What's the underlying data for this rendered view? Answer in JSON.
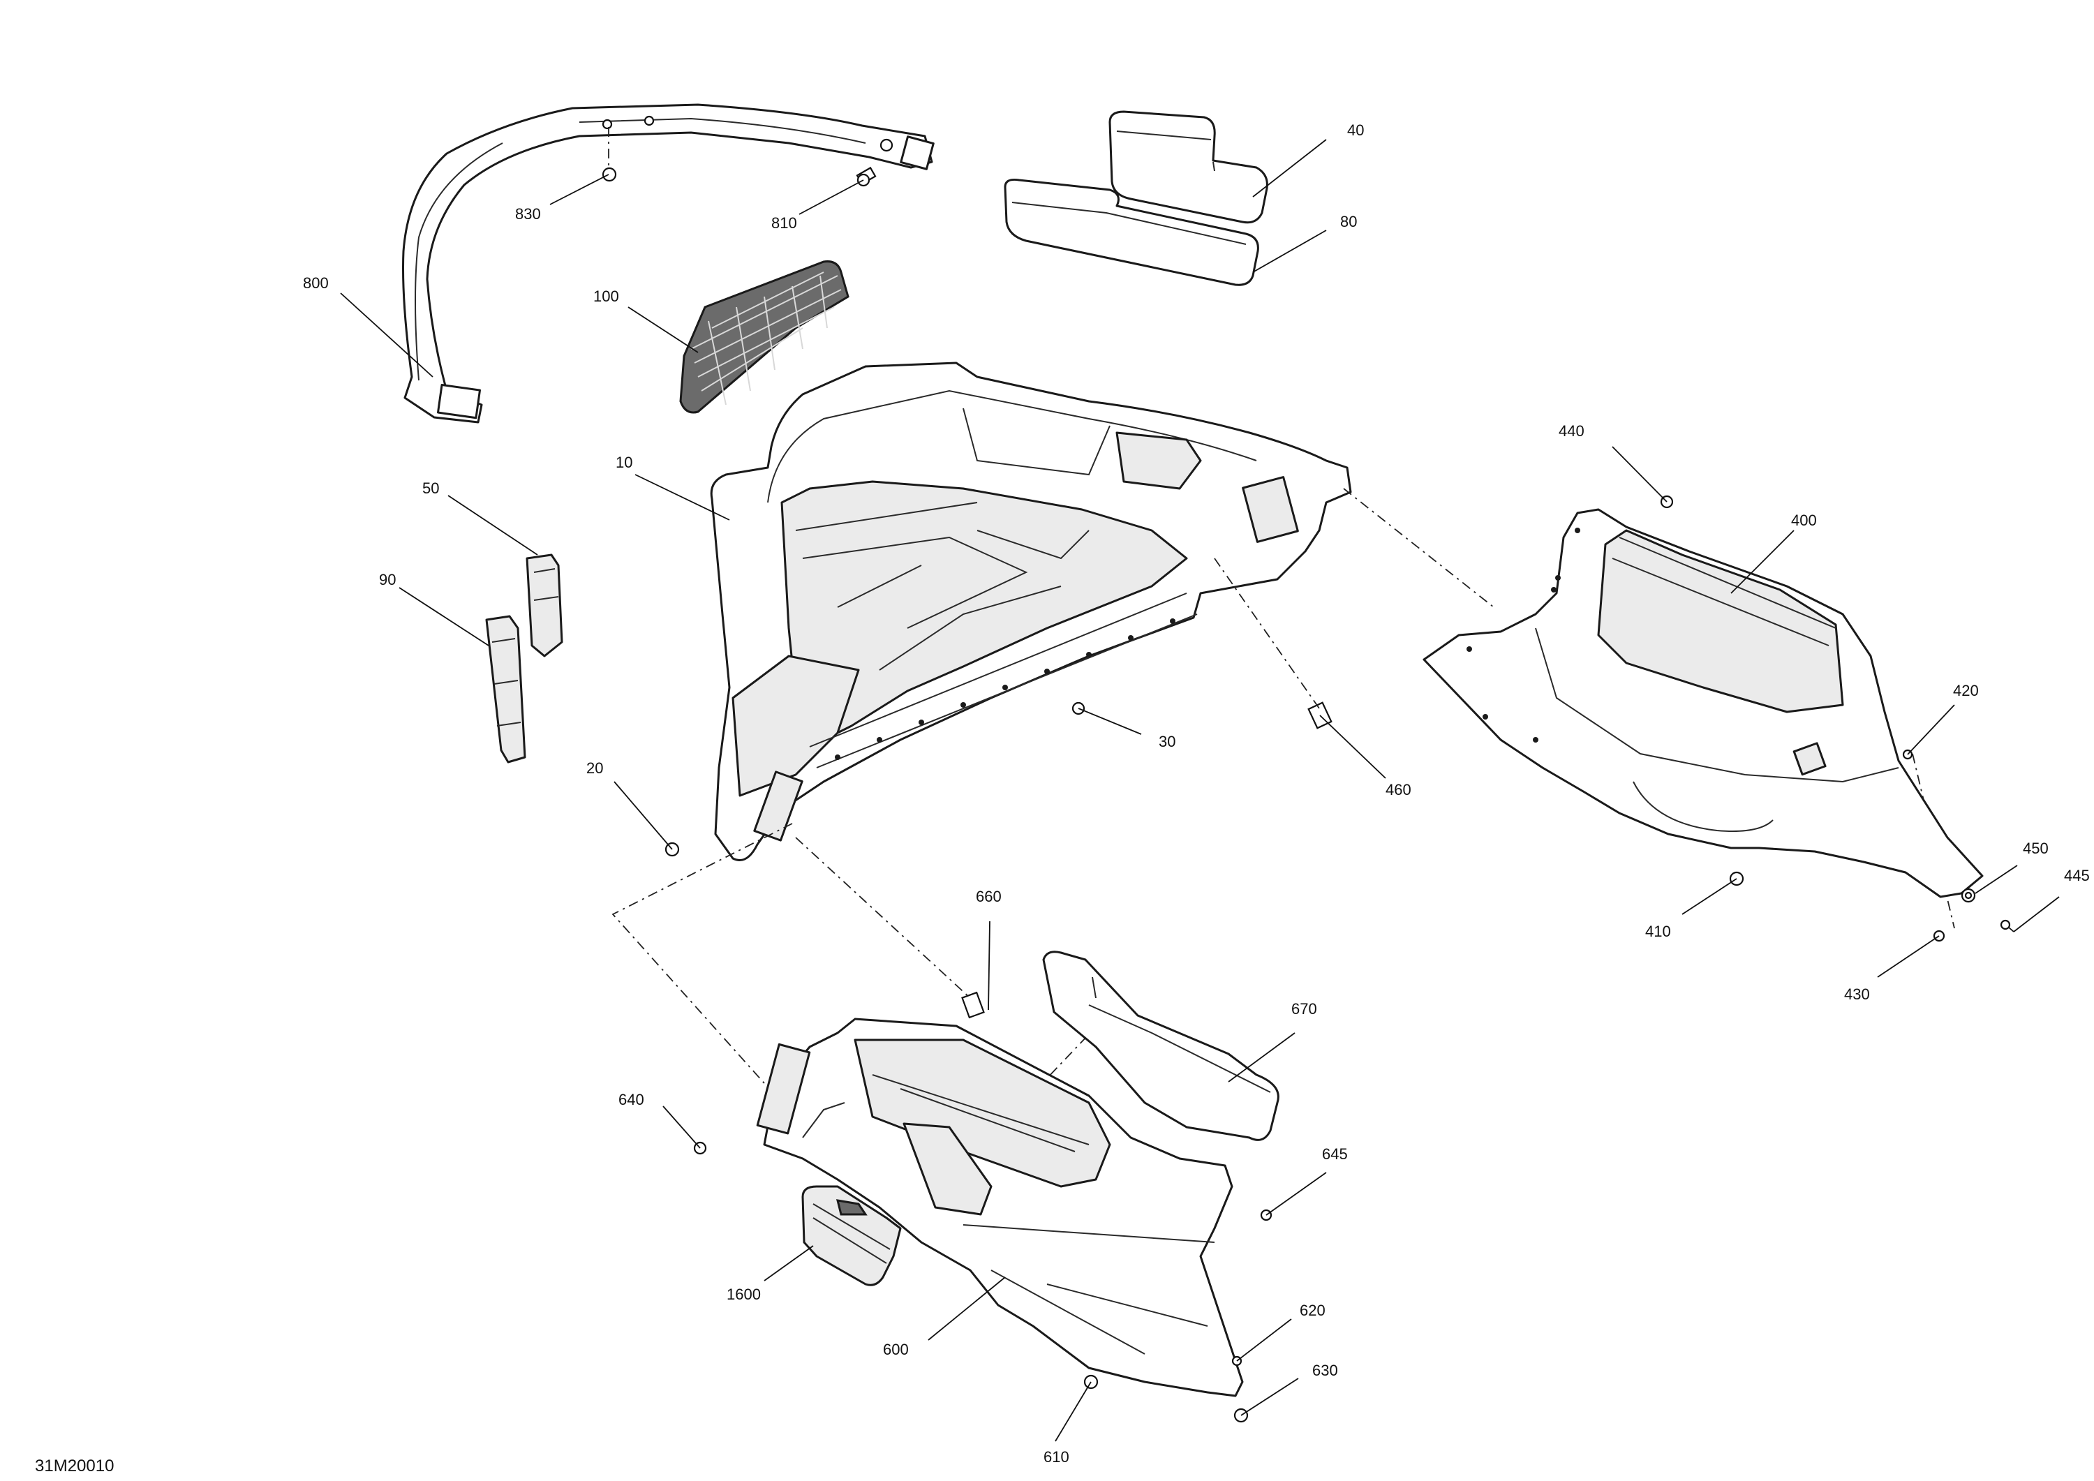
{
  "drawing_ref": "31M20010",
  "callouts": {
    "c10": "10",
    "c20": "20",
    "c30": "30",
    "c40": "40",
    "c50": "50",
    "c80": "80",
    "c90": "90",
    "c100": "100",
    "c400": "400",
    "c410": "410",
    "c420": "420",
    "c430": "430",
    "c440": "440",
    "c445": "445",
    "c450": "450",
    "c460": "460",
    "c600": "600",
    "c610": "610",
    "c620": "620",
    "c630": "630",
    "c640": "640",
    "c645": "645",
    "c660": "660",
    "c670": "670",
    "c800": "800",
    "c810": "810",
    "c830": "830",
    "c1600": "1600"
  }
}
